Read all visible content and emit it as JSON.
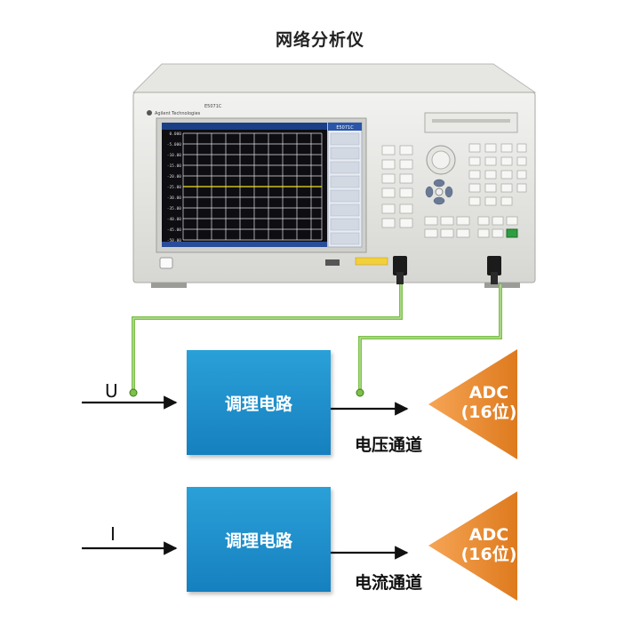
{
  "title": "网络分析仪",
  "analyzer": {
    "brand": "Agilent Technologies",
    "model": "E5071C",
    "softkey_header": "E5071C",
    "scale_labels": [
      "0.000",
      "-5.000",
      "-10.00",
      "-15.00",
      "-20.00",
      "-25.00",
      "-30.00",
      "-35.00",
      "-40.00",
      "-45.00",
      "-50.00"
    ]
  },
  "channel_u": {
    "input_label": "U",
    "block_label": "调理电路",
    "channel_label": "电压通道",
    "adc_label": "ADC",
    "adc_bits": "(16位)"
  },
  "channel_i": {
    "input_label": "I",
    "block_label": "调理电路",
    "channel_label": "电流通道",
    "adc_label": "ADC",
    "adc_bits": "(16位)"
  },
  "colors": {
    "block": "#1a8ccb",
    "adc": "#e8862c",
    "probe_wire": "#7dc04a"
  }
}
